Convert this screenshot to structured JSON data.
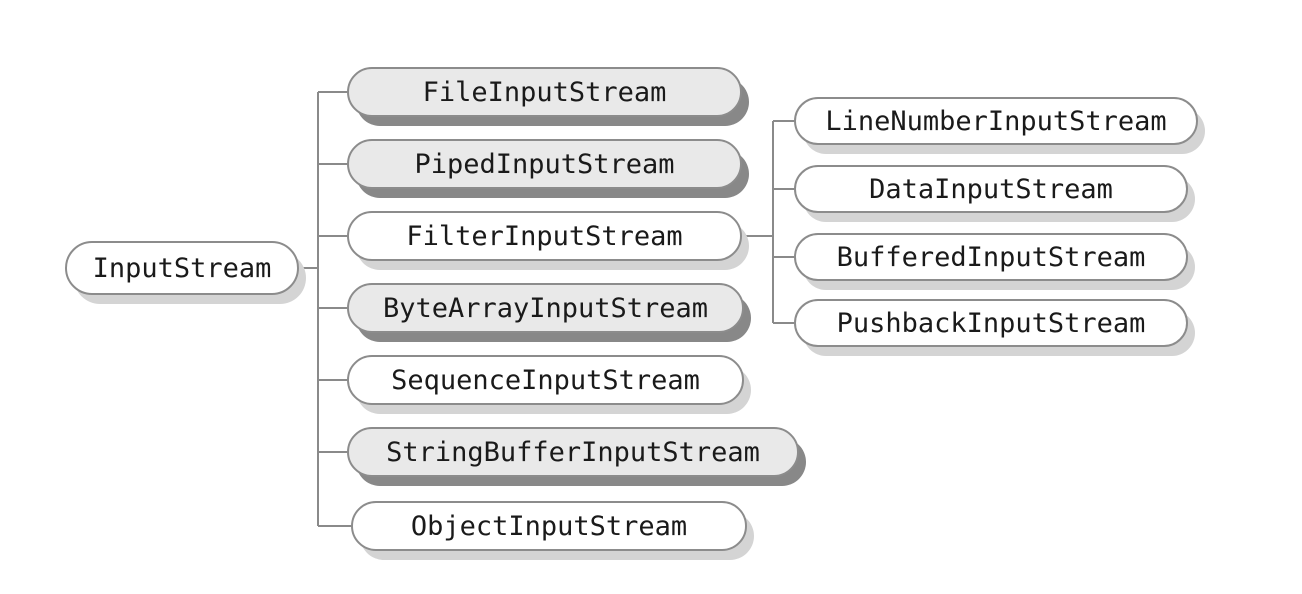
{
  "diagram": {
    "root": {
      "id": "InputStream",
      "label": "InputStream",
      "style": "plain"
    },
    "children": [
      {
        "id": "FileInputStream",
        "label": "FileInputStream",
        "style": "gray"
      },
      {
        "id": "PipedInputStream",
        "label": "PipedInputStream",
        "style": "gray"
      },
      {
        "id": "FilterInputStream",
        "label": "FilterInputStream",
        "style": "plain"
      },
      {
        "id": "ByteArrayInputStream",
        "label": "ByteArrayInputStream",
        "style": "gray"
      },
      {
        "id": "SequenceInputStream",
        "label": "SequenceInputStream",
        "style": "plain"
      },
      {
        "id": "StringBufferInputStream",
        "label": "StringBufferInputStream",
        "style": "gray"
      },
      {
        "id": "ObjectInputStream",
        "label": "ObjectInputStream",
        "style": "plain"
      }
    ],
    "filter_children": [
      {
        "id": "LineNumberInputStream",
        "label": "LineNumberInputStream",
        "style": "plain"
      },
      {
        "id": "DataInputStream",
        "label": "DataInputStream",
        "style": "plain"
      },
      {
        "id": "BufferedInputStream",
        "label": "BufferedInputStream",
        "style": "plain"
      },
      {
        "id": "PushbackInputStream",
        "label": "PushbackInputStream",
        "style": "plain"
      }
    ],
    "colors": {
      "plain_fill": "#ffffff",
      "gray_fill": "#e9e9e9",
      "border": "#8c8c8c",
      "shadow_plain": "#d4d4d4",
      "shadow_gray": "#888888",
      "connector": "#8a8a8a"
    }
  }
}
